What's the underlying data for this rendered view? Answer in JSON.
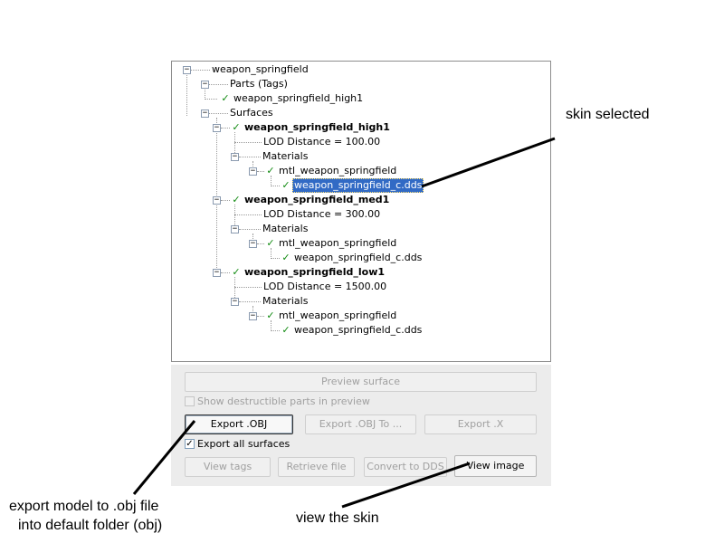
{
  "tree": {
    "root": "weapon_springfield",
    "parts_label": "Parts (Tags)",
    "parts_item": "weapon_springfield_high1",
    "surfaces_label": "Surfaces",
    "surfaces": [
      {
        "name": "weapon_springfield_high1",
        "lod": "LOD Distance = 100.00",
        "materials_label": "Materials",
        "material": "mtl_weapon_springfield",
        "texture": "weapon_springfield_c.dds",
        "selected": true
      },
      {
        "name": "weapon_springfield_med1",
        "lod": "LOD Distance = 300.00",
        "materials_label": "Materials",
        "material": "mtl_weapon_springfield",
        "texture": "weapon_springfield_c.dds",
        "selected": false
      },
      {
        "name": "weapon_springfield_low1",
        "lod": "LOD Distance = 1500.00",
        "materials_label": "Materials",
        "material": "mtl_weapon_springfield",
        "texture": "weapon_springfield_c.dds",
        "selected": false
      }
    ]
  },
  "controls": {
    "preview_surface": "Preview surface",
    "show_destructible": "Show destructible parts in preview",
    "export_obj": "Export .OBJ",
    "export_obj_to": "Export .OBJ To ...",
    "export_x": "Export .X",
    "export_all_surfaces": "Export all surfaces",
    "export_all_checked": true,
    "show_destructible_checked": false,
    "view_tags": "View tags",
    "retrieve_file": "Retrieve file",
    "convert_to_dds": "Convert to DDS",
    "view_image": "View image"
  },
  "annotations": {
    "skin_selected": "skin selected",
    "export_model_line1": "export model to .obj file",
    "export_model_line2": "into default folder (obj)",
    "view_skin": "view the skin"
  },
  "icons": {
    "check": "check-icon",
    "expander": "collapse-icon"
  },
  "colors": {
    "selection": "#316ac5",
    "check": "#108a10"
  }
}
